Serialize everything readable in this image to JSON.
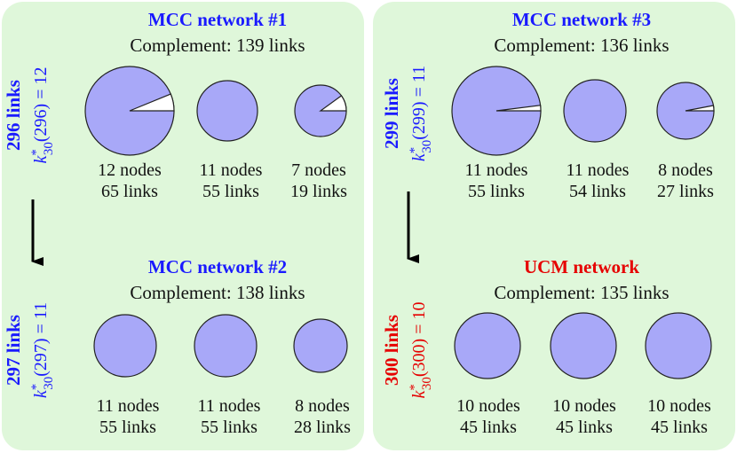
{
  "colors": {
    "panel": "#dff7da",
    "blue": "#1a1aff",
    "red": "#e60000",
    "circle": "#a8a8f8"
  },
  "networks": [
    {
      "id": "mcc1",
      "title": "MCC network #1",
      "title_color": "#1a1aff",
      "complement": "Complement: 139 links",
      "components": [
        {
          "nodes": "12 nodes",
          "links": "65 links",
          "missing_fraction": 0.062
        },
        {
          "nodes": "11 nodes",
          "links": "55 links",
          "missing_fraction": 0
        },
        {
          "nodes": "7 nodes",
          "links": "19 links",
          "missing_fraction": 0.1
        }
      ]
    },
    {
      "id": "mcc2",
      "title": "MCC network #2",
      "title_color": "#1a1aff",
      "complement": "Complement: 138 links",
      "components": [
        {
          "nodes": "11 nodes",
          "links": "55 links",
          "missing_fraction": 0
        },
        {
          "nodes": "11 nodes",
          "links": "55 links",
          "missing_fraction": 0
        },
        {
          "nodes": "8 nodes",
          "links": "28 links",
          "missing_fraction": 0
        }
      ]
    },
    {
      "id": "mcc3",
      "title": "MCC network #3",
      "title_color": "#1a1aff",
      "complement": "Complement: 136 links",
      "components": [
        {
          "nodes": "11 nodes",
          "links": "55 links",
          "missing_fraction": 0.02
        },
        {
          "nodes": "11 nodes",
          "links": "54 links",
          "missing_fraction": 0
        },
        {
          "nodes": "8 nodes",
          "links": "27 links",
          "missing_fraction": 0.03
        }
      ]
    },
    {
      "id": "ucm",
      "title": "UCM network",
      "title_color": "#e60000",
      "complement": "Complement: 135 links",
      "components": [
        {
          "nodes": "10 nodes",
          "links": "45 links",
          "missing_fraction": 0
        },
        {
          "nodes": "10 nodes",
          "links": "45 links",
          "missing_fraction": 0
        },
        {
          "nodes": "10 nodes",
          "links": "45 links",
          "missing_fraction": 0
        }
      ]
    }
  ],
  "side_labels": [
    {
      "links": "296 links",
      "k_arg": "(296)",
      "k_val": "= 12",
      "color": "#1a1aff"
    },
    {
      "links": "297 links",
      "k_arg": "(297)",
      "k_val": "= 11",
      "color": "#1a1aff"
    },
    {
      "links": "299 links",
      "k_arg": "(299)",
      "k_val": "= 11",
      "color": "#1a1aff"
    },
    {
      "links": "300 links",
      "k_arg": "(300)",
      "k_val": "= 10",
      "color": "#e60000"
    }
  ],
  "k_symbol": {
    "k": "k",
    "sup": "*",
    "sub": "30"
  }
}
